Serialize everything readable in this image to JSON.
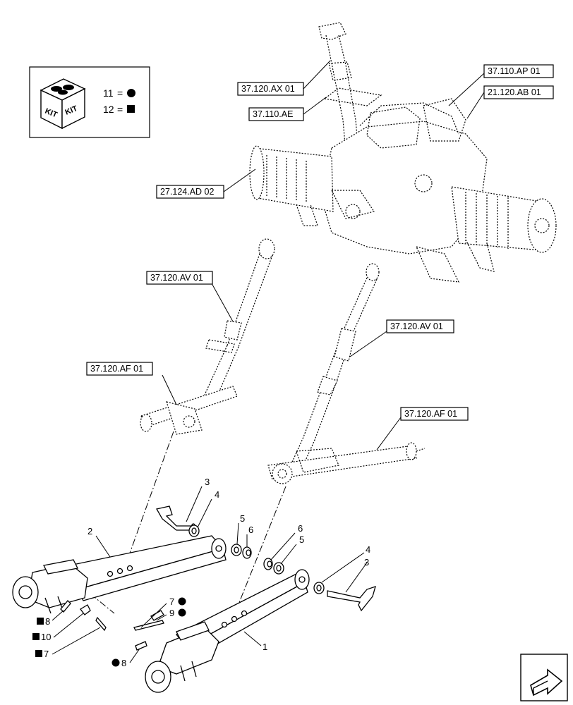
{
  "kit_legend": {
    "badge_word_1": "KIT",
    "badge_word_2": "KIT",
    "row_11": {
      "number": "11",
      "equals": "=",
      "symbol": "circle"
    },
    "row_12": {
      "number": "12",
      "equals": "=",
      "symbol": "square"
    }
  },
  "references": {
    "r1": "37.120.AX 01",
    "r2": "37.110.AE",
    "r3": "37.110.AP 01",
    "r4": "21.120.AB 01",
    "r5": "27.124.AD 02",
    "r6": "37.120.AV 01",
    "r7": "37.120.AV 01",
    "r8": "37.120.AF 01",
    "r9": "37.120.AF 01"
  },
  "callouts": {
    "c3a": "3",
    "c4a": "4",
    "c2": "2",
    "c5a": "5",
    "c6a": "6",
    "c6b": "6",
    "c5b": "5",
    "c4b": "4",
    "c3b": "3",
    "c7a": "7",
    "c9": "9",
    "c8a": "8",
    "c8b": "8",
    "c10": "10",
    "c7b": "7",
    "c1": "1"
  },
  "nav_icon": "next-page-arrow-icon"
}
